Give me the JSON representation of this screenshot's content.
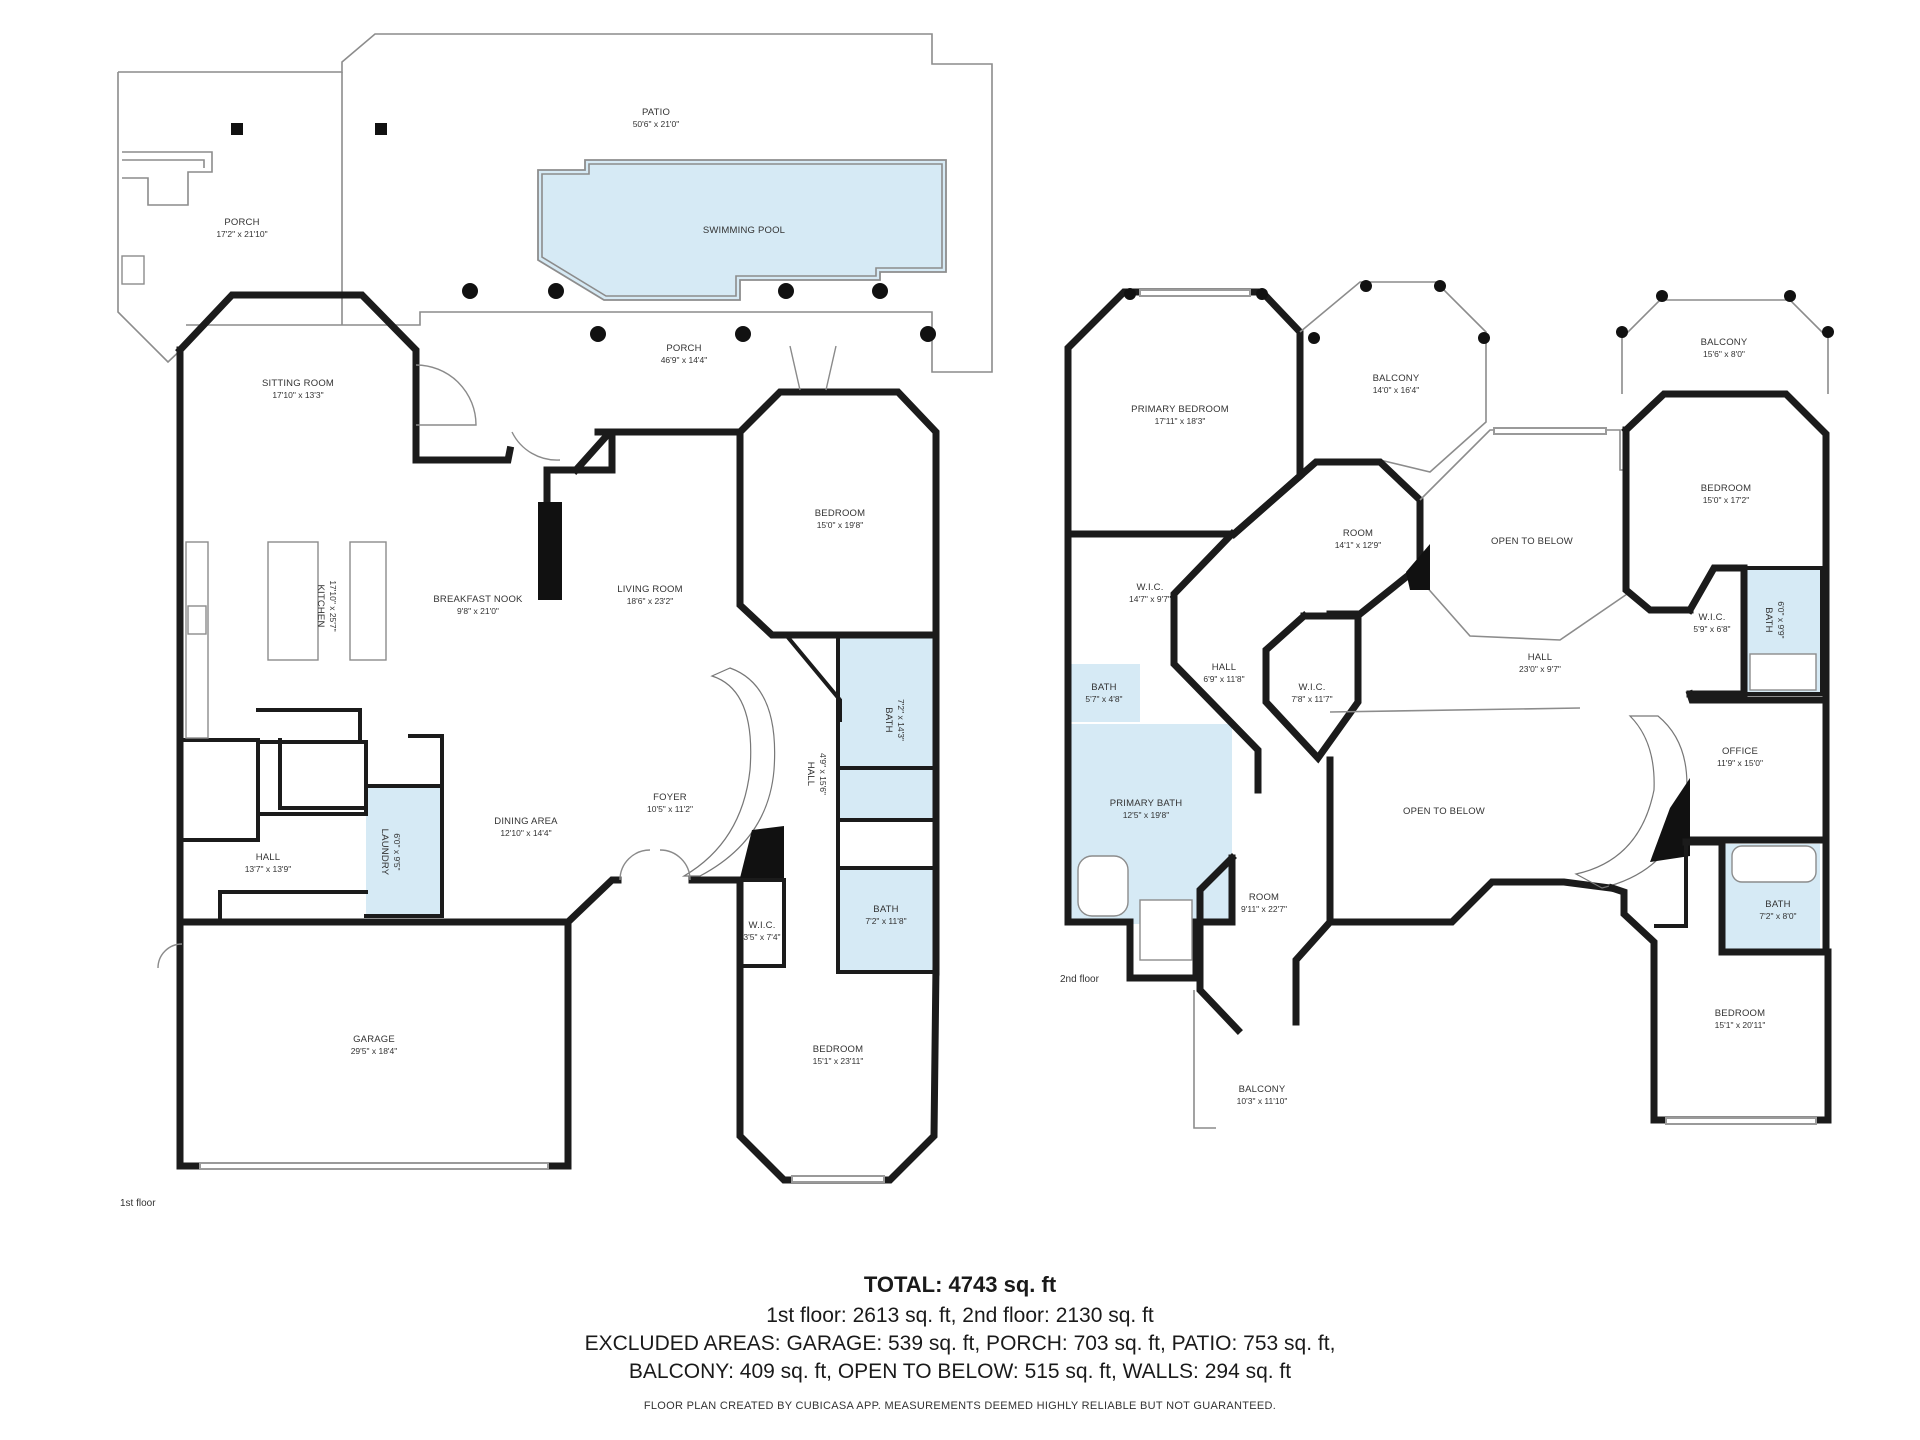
{
  "floors": [
    {
      "label": "1st floor",
      "rooms": [
        {
          "id": "patio",
          "name": "PATIO",
          "dims": "50'6\" x 21'0\""
        },
        {
          "id": "porch-1",
          "name": "PORCH",
          "dims": "17'2\" x 21'10\""
        },
        {
          "id": "swimming-pool",
          "name": "SWIMMING POOL",
          "dims": ""
        },
        {
          "id": "porch-2",
          "name": "PORCH",
          "dims": "46'9\" x 14'4\""
        },
        {
          "id": "sitting-room",
          "name": "SITTING ROOM",
          "dims": "17'10\" x 13'3\""
        },
        {
          "id": "kitchen",
          "name": "KITCHEN",
          "dims": "17'10\" x 25'7\""
        },
        {
          "id": "breakfast-nook",
          "name": "BREAKFAST NOOK",
          "dims": "9'8\" x 21'0\""
        },
        {
          "id": "living-room",
          "name": "LIVING ROOM",
          "dims": "18'6\" x 23'2\""
        },
        {
          "id": "bedroom-1",
          "name": "BEDROOM",
          "dims": "15'0\" x 19'8\""
        },
        {
          "id": "bath-1",
          "name": "BATH",
          "dims": "7'2\" x 14'3\""
        },
        {
          "id": "hall-1",
          "name": "HALL",
          "dims": "4'9\" x 15'6\""
        },
        {
          "id": "foyer",
          "name": "FOYER",
          "dims": "10'5\" x 11'2\""
        },
        {
          "id": "dining-area",
          "name": "DINING AREA",
          "dims": "12'10\" x 14'4\""
        },
        {
          "id": "laundry",
          "name": "LAUNDRY",
          "dims": "6'0\" x 9'5\""
        },
        {
          "id": "hall-2",
          "name": "HALL",
          "dims": "13'7\" x 13'9\""
        },
        {
          "id": "wic-1",
          "name": "W.I.C.",
          "dims": "3'5\" x 7'4\""
        },
        {
          "id": "bath-2",
          "name": "BATH",
          "dims": "7'2\" x 11'8\""
        },
        {
          "id": "garage",
          "name": "GARAGE",
          "dims": "29'5\" x 18'4\""
        },
        {
          "id": "bedroom-2",
          "name": "BEDROOM",
          "dims": "15'1\" x 23'11\""
        }
      ]
    },
    {
      "label": "2nd floor",
      "rooms": [
        {
          "id": "primary-bedroom",
          "name": "PRIMARY BEDROOM",
          "dims": "17'11\" x 18'3\""
        },
        {
          "id": "balcony-1",
          "name": "BALCONY",
          "dims": "14'0\" x 16'4\""
        },
        {
          "id": "balcony-2",
          "name": "BALCONY",
          "dims": "15'6\" x 8'0\""
        },
        {
          "id": "room-1",
          "name": "ROOM",
          "dims": "14'1\" x 12'9\""
        },
        {
          "id": "open-to-below-1",
          "name": "OPEN TO BELOW",
          "dims": ""
        },
        {
          "id": "bedroom-3",
          "name": "BEDROOM",
          "dims": "15'0\" x 17'2\""
        },
        {
          "id": "wic-2",
          "name": "W.I.C.",
          "dims": "14'7\" x 9'7\""
        },
        {
          "id": "hall-3",
          "name": "HALL",
          "dims": "6'9\" x 11'8\""
        },
        {
          "id": "wic-3",
          "name": "W.I.C.",
          "dims": "7'8\" x 11'7\""
        },
        {
          "id": "hall-4",
          "name": "HALL",
          "dims": "23'0\" x 9'7\""
        },
        {
          "id": "wic-4",
          "name": "W.I.C.",
          "dims": "5'9\" x 6'8\""
        },
        {
          "id": "bath-3",
          "name": "BATH",
          "dims": "6'0\" x 9'9\""
        },
        {
          "id": "bath-4",
          "name": "BATH",
          "dims": "5'7\" x 4'8\""
        },
        {
          "id": "primary-bath",
          "name": "PRIMARY BATH",
          "dims": "12'5\" x 19'8\""
        },
        {
          "id": "open-to-below-2",
          "name": "OPEN TO BELOW",
          "dims": ""
        },
        {
          "id": "office",
          "name": "OFFICE",
          "dims": "11'9\" x 15'0\""
        },
        {
          "id": "room-2",
          "name": "ROOM",
          "dims": "9'11\" x 22'7\""
        },
        {
          "id": "bath-5",
          "name": "BATH",
          "dims": "7'2\" x 8'0\""
        },
        {
          "id": "bedroom-4",
          "name": "BEDROOM",
          "dims": "15'1\" x 20'11\""
        },
        {
          "id": "balcony-3",
          "name": "BALCONY",
          "dims": "10'3\" x 11'10\""
        }
      ]
    }
  ],
  "summary": {
    "total": "TOTAL: 4743 sq. ft",
    "line1": "1st floor: 2613 sq. ft, 2nd floor: 2130 sq. ft",
    "line2": "EXCLUDED AREAS: GARAGE: 539 sq. ft, PORCH: 703 sq. ft, PATIO: 753 sq. ft,",
    "line3": "BALCONY: 409 sq. ft, OPEN TO BELOW: 515 sq. ft, WALLS: 294 sq. ft",
    "disclaimer": "FLOOR PLAN CREATED BY CUBICASA APP. MEASUREMENTS DEEMED HIGHLY RELIABLE BUT NOT GUARANTEED."
  },
  "colors": {
    "wall": "#1b1b1b",
    "wet_area": "#d6eaf5",
    "outline": "#8c8c8c"
  }
}
